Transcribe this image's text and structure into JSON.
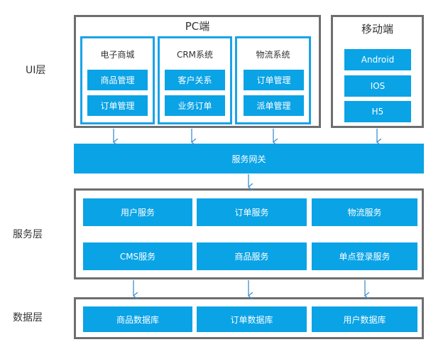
{
  "layers": {
    "ui": "UI层",
    "service": "服务层",
    "data": "数据层"
  },
  "pc": {
    "title": "PC端",
    "systems": [
      {
        "name": "电子商城",
        "items": [
          "商品管理",
          "订单管理"
        ]
      },
      {
        "name": "CRM系统",
        "items": [
          "客户关系",
          "业务订单"
        ]
      },
      {
        "name": "物流系统",
        "items": [
          "订单管理",
          "派单管理"
        ]
      }
    ]
  },
  "mobile": {
    "title": "移动端",
    "items": [
      "Android",
      "IOS",
      "H5"
    ]
  },
  "gateway": "服务网关",
  "services": [
    "用户服务",
    "订单服务",
    "物流服务",
    "CMS服务",
    "商品服务",
    "单点登录服务"
  ],
  "databases": [
    "商品数据库",
    "订单数据库",
    "用户数据库"
  ],
  "colors": {
    "accent": "#0aa3e6",
    "sub_border": "#1aa3e8",
    "group_border": "#6e6e6e",
    "arrow": "#3d8fd1"
  }
}
